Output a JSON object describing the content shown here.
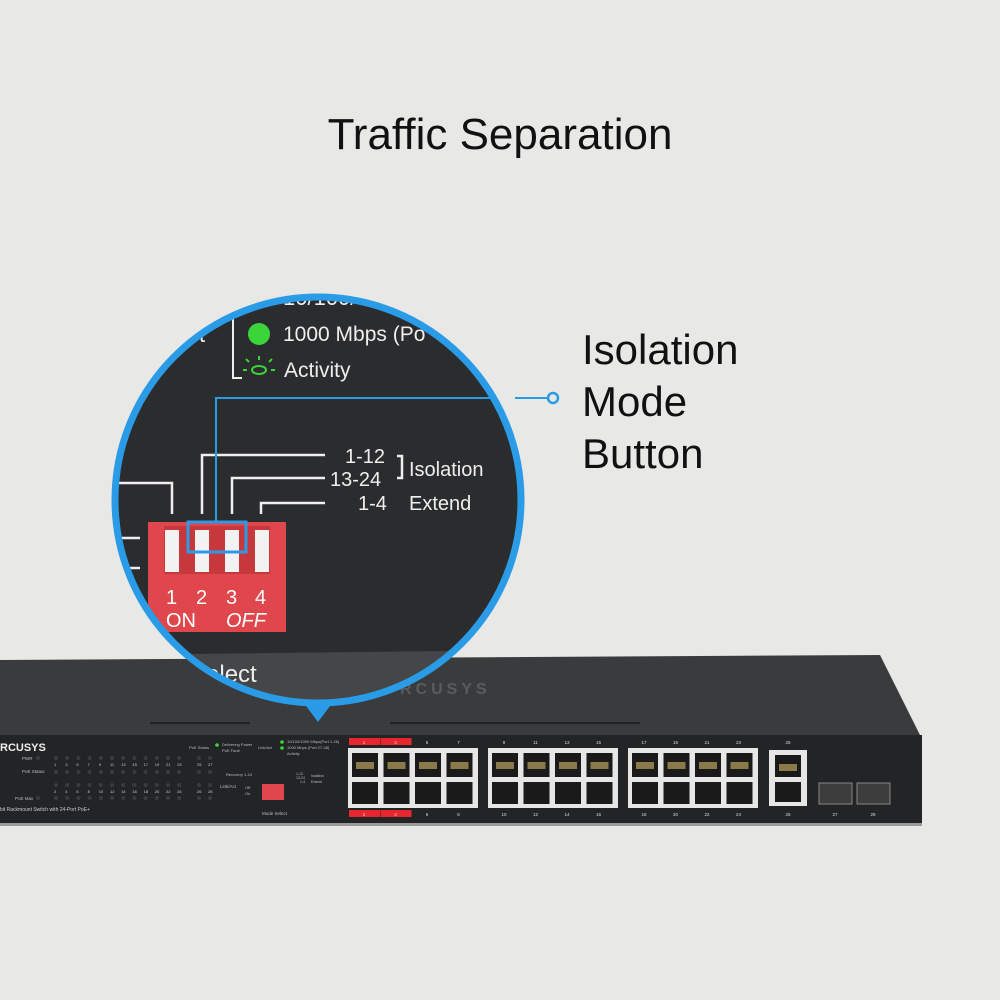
{
  "title": "Traffic Separation",
  "callout": {
    "line1": "Isolation",
    "line2": "Mode",
    "line3": "Button"
  },
  "colors": {
    "background": "#e8e8e6",
    "accent_blue": "#2a9be6",
    "dip_red": "#e0474c",
    "led_green": "#3bd43b",
    "panel": "#2b2c2e"
  },
  "magnifier": {
    "top_partial": "10/100/",
    "link_label_partial": "ct",
    "led_1000": "1000 Mbps (Po",
    "led_activity": "Activity",
    "dip_labels": {
      "r1": "1-12",
      "r2": "13-24",
      "r3": "1-4",
      "isolation": "Isolation",
      "extend": "Extend"
    },
    "dip_numbers": [
      "1",
      "2",
      "3",
      "4"
    ],
    "dip_on": "ON",
    "dip_off": "OFF",
    "mode_select_partial": "Select",
    "highlighted_switches": [
      2,
      3
    ]
  },
  "switch": {
    "brand": "RCUSYS",
    "model_partial": "bit Rackmount Switch with 24-Port PoE+",
    "pwr": "PWR",
    "poe_status": "PoE Status",
    "poe_max": "PoE Max",
    "link_act": "Link/Act",
    "legend_poe": {
      "label": "PoE Status",
      "items": [
        "Delivering Power",
        "PoE Fault"
      ]
    },
    "legend_link": {
      "label": "Link/Act",
      "items": [
        "10/100/1000 Mbps(Port 1-26)",
        "1000 Mbps (Port 27-28)",
        "Activity"
      ]
    },
    "recovery": "Recovery 1-24",
    "off": "Off",
    "on": "On",
    "mini_dip": [
      "1-12",
      "13-24",
      "1-4",
      "Isolation",
      "Extend"
    ],
    "mode_select": "Mode Select",
    "led_top_numbers": [
      "1",
      "3",
      "5",
      "7",
      "9",
      "11",
      "13",
      "15",
      "17",
      "19",
      "21",
      "23",
      "25",
      "27"
    ],
    "led_bottom_numbers": [
      "2",
      "4",
      "6",
      "8",
      "10",
      "12",
      "14",
      "16",
      "18",
      "20",
      "22",
      "24",
      "26",
      "28"
    ],
    "port_top_numbers": [
      "1",
      "3",
      "5",
      "7",
      "9",
      "11",
      "13",
      "15",
      "17",
      "19",
      "21",
      "23",
      "25"
    ],
    "port_bottom_numbers": [
      "2",
      "4",
      "6",
      "8",
      "10",
      "12",
      "14",
      "16",
      "18",
      "20",
      "22",
      "24",
      "26"
    ],
    "sfp_numbers": [
      "27",
      "28"
    ],
    "poe_highlight_ports": [
      "1",
      "2",
      "3",
      "4"
    ]
  }
}
